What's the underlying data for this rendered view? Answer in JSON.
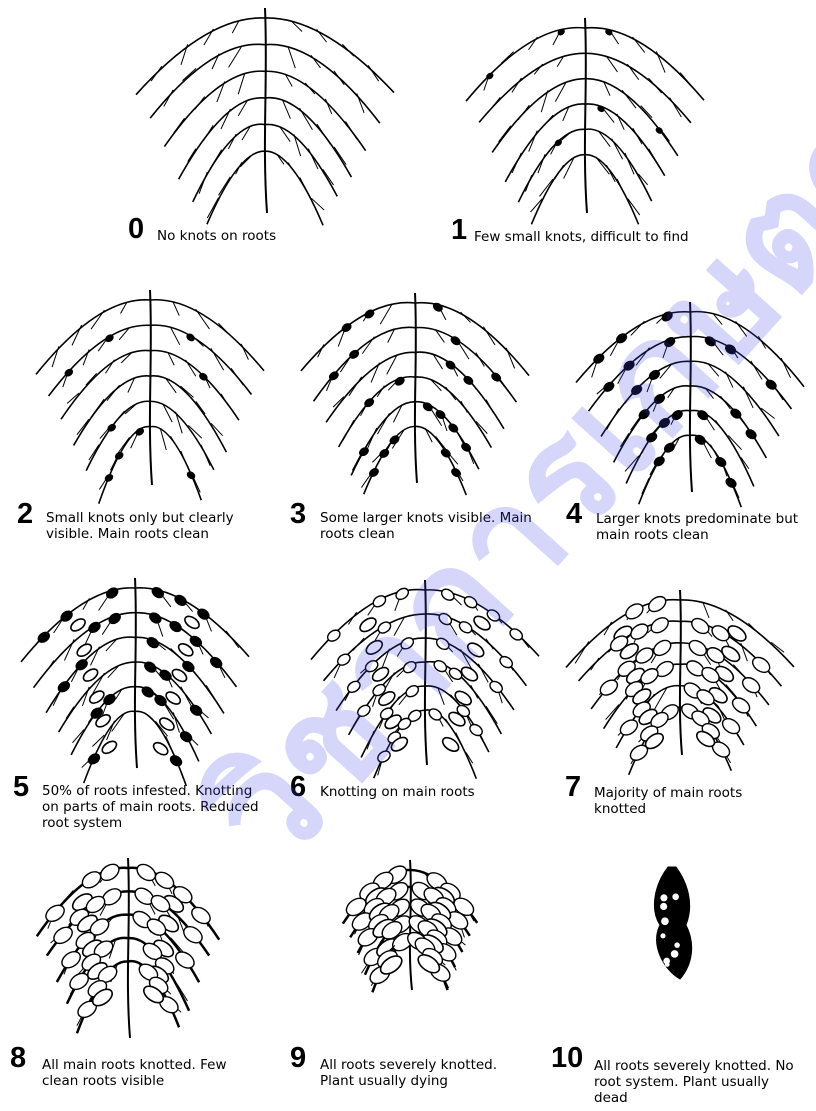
{
  "colors": {
    "ink": "#000000",
    "watermark": "#4646e6"
  },
  "scale": [
    {
      "score": "0",
      "text": "No knots on roots",
      "severity": 0
    },
    {
      "score": "1",
      "text": "Few small knots, difficult to find",
      "severity": 1
    },
    {
      "score": "2",
      "text": "Small knots only but clearly visible. Main roots clean",
      "severity": 2
    },
    {
      "score": "3",
      "text": "Some larger knots visible. Main roots clean",
      "severity": 3
    },
    {
      "score": "4",
      "text": "Larger knots predominate but main roots clean",
      "severity": 4
    },
    {
      "score": "5",
      "text": "50% of roots infested. Knotting on parts of main roots. Reduced root system",
      "severity": 5
    },
    {
      "score": "6",
      "text": "Knotting on main roots",
      "severity": 6
    },
    {
      "score": "7",
      "text": "Majority of main roots knotted",
      "severity": 7
    },
    {
      "score": "8",
      "text": "All main roots knotted. Few clean roots visible",
      "severity": 8
    },
    {
      "score": "9",
      "text": "All roots severely knotted. Plant usually dying",
      "severity": 9
    },
    {
      "score": "10",
      "text": "All roots severely knotted. No root system. Plant usually dead",
      "severity": 10
    }
  ],
  "watermark": {
    "text": "วิชาการเกษตร"
  }
}
